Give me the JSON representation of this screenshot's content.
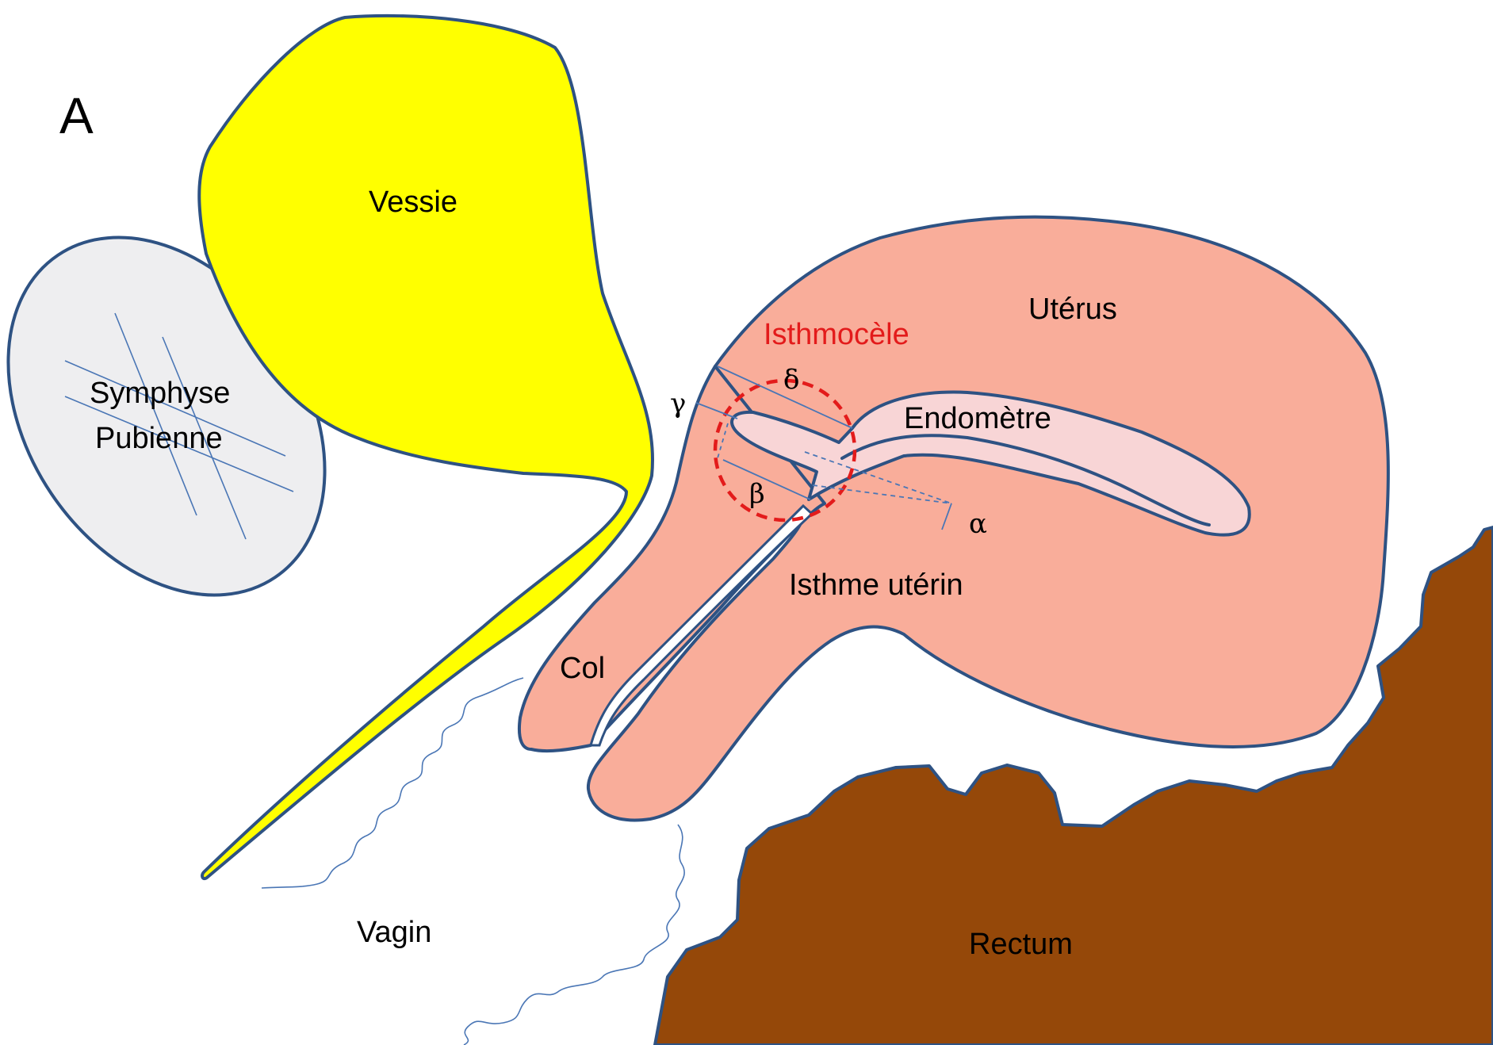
{
  "figure_label": "A",
  "labels": {
    "vessie": "Vessie",
    "symphyse_line1": "Symphyse",
    "symphyse_line2": "Pubienne",
    "uterus": "Utérus",
    "isthmocele": "Isthmocèle",
    "endometre": "Endomètre",
    "isthme": "Isthme utérin",
    "col": "Col",
    "vagin": "Vagin",
    "rectum": "Rectum"
  },
  "measurements": {
    "alpha": "α",
    "beta": "β",
    "gamma": "γ",
    "delta": "δ"
  },
  "colors": {
    "bladder": "#ffff00",
    "uterus": "#f9ad9a",
    "endometrium": "#f8d5d6",
    "rectum": "#954809",
    "symphysis": "#eeeef0",
    "outline": "#2e5283",
    "isthmocele_marker": "#e31b1b"
  }
}
